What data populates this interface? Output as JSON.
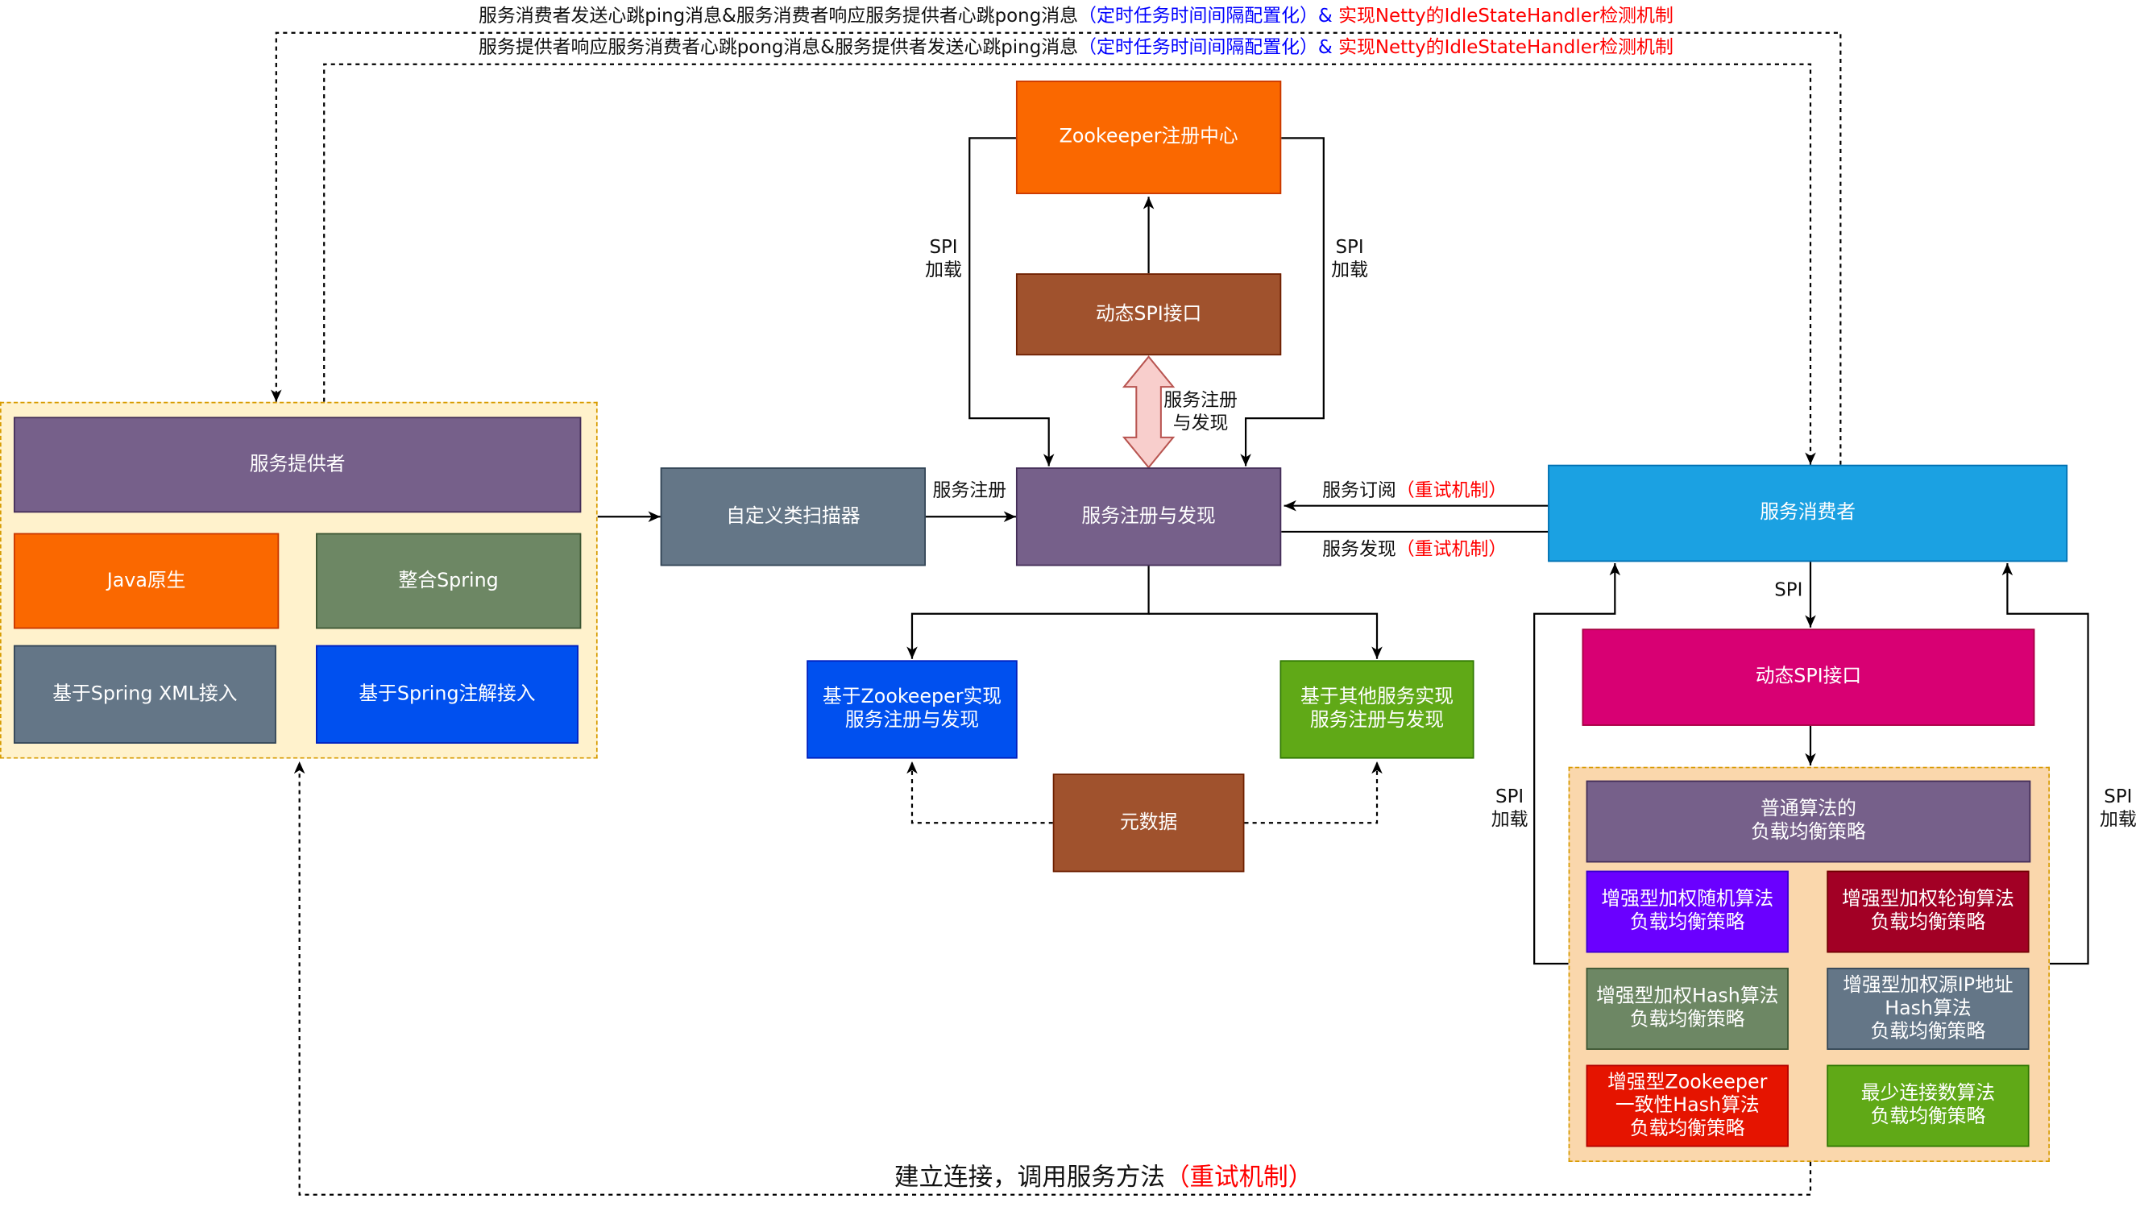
{
  "colors": {
    "purple": "#76608a",
    "orange": "#fa6800",
    "brown": "#a0522d",
    "slate": "#647687",
    "olive": "#6d8764",
    "blue": "#0050ef",
    "green": "#60a917",
    "sky": "#1ba1e2",
    "magenta": "#d80073",
    "violet": "#6a00ff",
    "crimson": "#a20025",
    "red": "#e51400",
    "group_fill_left": "#fff2cc",
    "group_fill_right": "#fad7ac",
    "pink_arrow": "#f8cecc"
  },
  "top_lines": {
    "line1": {
      "text": "服务消费者发送心跳ping消息&服务消费者响应服务提供者心跳pong消息",
      "blue": "（定时任务时间间隔配置化）",
      "amp": "& ",
      "red": "实现Netty的IdleStateHandler检测机制"
    },
    "line2": {
      "text": "服务提供者响应服务消费者心跳pong消息&服务提供者发送心跳ping消息",
      "blue": "（定时任务时间间隔配置化）",
      "amp": "& ",
      "red": "实现Netty的IdleStateHandler检测机制"
    }
  },
  "nodes": {
    "zookeeper": "Zookeeper注册中心",
    "dynamic_spi_top": "动态SPI接口",
    "provider": "服务提供者",
    "java_native": "Java原生",
    "spring": "整合Spring",
    "spring_xml": "基于Spring XML接入",
    "spring_annotation": "基于Spring注解接入",
    "scanner": "自定义类扫描器",
    "registry": "服务注册与发现",
    "consumer": "服务消费者",
    "zk_impl": "基于Zookeeper实现\n服务注册与发现",
    "other_impl": "基于其他服务实现\n服务注册与发现",
    "metadata": "元数据",
    "dynamic_spi_right": "动态SPI接口",
    "lb_plain": "普通算法的\n负载均衡策略",
    "lb_random": "增强型加权随机算法\n负载均衡策略",
    "lb_round": "增强型加权轮询算法\n负载均衡策略",
    "lb_hash": "增强型加权Hash算法\n负载均衡策略",
    "lb_iphash": "增强型加权源IP地址\nHash算法\n负载均衡策略",
    "lb_zk": "增强型Zookeeper\n一致性Hash算法\n负载均衡策略",
    "lb_least": "最少连接数算法\n负载均衡策略"
  },
  "labels": {
    "spi_load": "SPI\n加载",
    "spi": "SPI",
    "reg_discovery": "服务注册\n与发现",
    "register": "服务注册",
    "subscribe": "服务订阅",
    "discover": "服务发现",
    "retry": "（重试机制）",
    "connect": "建立连接，调用服务方法"
  }
}
